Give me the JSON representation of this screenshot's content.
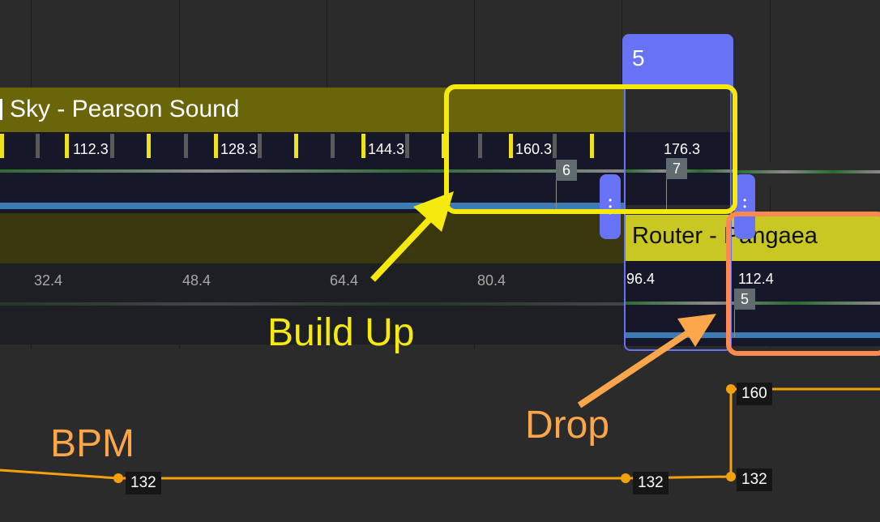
{
  "tracks": {
    "track_a": {
      "title": "Sky - Pearson Sound",
      "beats": [
        "112.3",
        "128.3",
        "144.3",
        "160.3",
        "176.3"
      ],
      "hot_cues": [
        "6",
        "7"
      ],
      "color": "#6b650a"
    },
    "track_b": {
      "title": "Router - Pangaea",
      "beats": [
        "32.4",
        "48.4",
        "64.4",
        "80.4",
        "96.4",
        "112.4"
      ],
      "hot_cues": [
        "5"
      ],
      "color": "#c9c721"
    }
  },
  "selected_cue": {
    "number": "5",
    "color": "#6872f5"
  },
  "annotations": {
    "build_up": "Build Up",
    "drop": "Drop",
    "bpm": "BPM",
    "build_up_color": "#f5ea0c",
    "drop_color": "#fb8a52"
  },
  "bpm_curve": {
    "points": [
      "132",
      "132",
      "132",
      "160"
    ],
    "color": "#f5a10c"
  }
}
